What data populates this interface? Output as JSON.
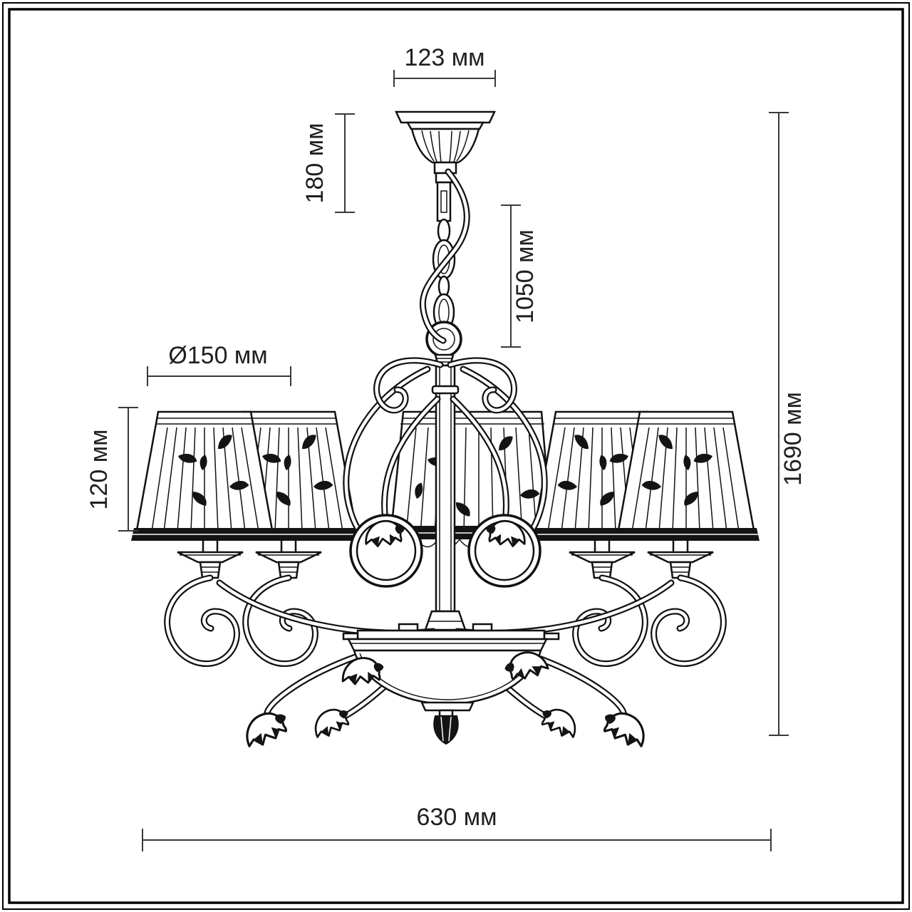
{
  "dimensions": {
    "canopy_width": {
      "label": "123 мм",
      "value": 123,
      "unit": "мм"
    },
    "canopy_drop": {
      "label": "180 мм",
      "value": 180,
      "unit": "мм"
    },
    "suspension_length": {
      "label": "1050 мм",
      "value": 1050,
      "unit": "мм"
    },
    "shade_diameter": {
      "label": "Ø150 мм",
      "value": 150,
      "unit": "мм"
    },
    "shade_height": {
      "label": "120 мм",
      "value": 120,
      "unit": "мм"
    },
    "overall_height": {
      "label": "1690 мм",
      "value": 1690,
      "unit": "мм"
    },
    "overall_width": {
      "label": "630 мм",
      "value": 630,
      "unit": "мм"
    }
  },
  "colors": {
    "line": "#111111",
    "dimension_line": "#3a3a3a",
    "text": "#1f1f1f",
    "background": "#ffffff"
  }
}
